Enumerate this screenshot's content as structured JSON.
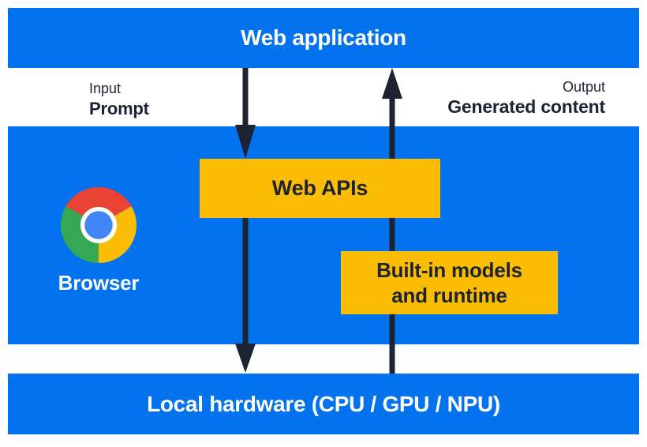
{
  "colors": {
    "panel_blue": "#0272ef",
    "box_yellow": "#fbbc04",
    "ink": "#1c2433",
    "white": "#ffffff",
    "chrome_red": "#ea4335",
    "chrome_yellow": "#fbbc04",
    "chrome_green": "#34a853",
    "chrome_blue": "#4285f4"
  },
  "layers": {
    "web_application": {
      "label": "Web application"
    },
    "browser": {
      "label": "Browser"
    },
    "local_hardware": {
      "label": "Local hardware (CPU / GPU / NPU)"
    }
  },
  "flow_labels": {
    "input": {
      "category": "Input",
      "value": "Prompt",
      "direction": "down"
    },
    "output": {
      "category": "Output",
      "value": "Generated content",
      "direction": "up"
    }
  },
  "components": {
    "web_apis": {
      "label": "Web APIs"
    },
    "builtin_models": {
      "line1": "Built-in models",
      "line2": "and runtime"
    }
  },
  "icons": {
    "browser_icon": "chrome-icon"
  }
}
